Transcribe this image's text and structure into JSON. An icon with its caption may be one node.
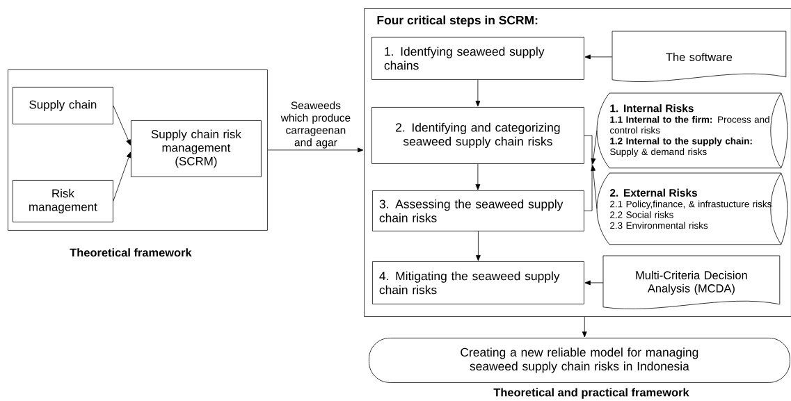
{
  "diagram": {
    "nodes": [
      {
        "text": [
          "Theoretical framework"
        ]
      },
      {
        "text": [
          "Supply chain"
        ],
        "in": 0
      },
      {
        "text": [
          "Risk management"
        ],
        "in": 0
      },
      {
        "text": [
          "Supply chain risk management (SCRM)"
        ],
        "in": 0
      },
      {
        "text": [
          "Four critical steps in SCRM:"
        ]
      },
      {
        "text": [
          "1. Identfying seaweed supply chains"
        ],
        "in": 4
      },
      {
        "text": [
          "The software"
        ],
        "in": 4
      },
      {
        "text": [
          "2. Identifying and categorizing seaweed supply chain risks"
        ],
        "in": 4
      },
      {
        "text": [
          "1. Internal Risks",
          "**1.1 Internal to the firm:** Process and control risks",
          "**1.2 Internal to the supply chain:** Supply & demand risks"
        ],
        "in": 4
      },
      {
        "text": [
          "2. External Risks",
          "2.1 Policy,finance, & infrastucture risks",
          "2.2 Social risks",
          "2.3 Environmental risks"
        ],
        "in": 4
      },
      {
        "text": [
          "3. Assessing the seaweed supply chain risks"
        ],
        "in": 4
      },
      {
        "text": [
          "4. Mitigating the seaweed supply chain risks"
        ],
        "in": 4
      },
      {
        "text": [
          "Multi-Criteria Decision Analysis (MCDA)"
        ],
        "in": 4
      },
      {
        "text": [
          "Creating a new reliable model for managing seaweed supply chain risks in Indonesia"
        ]
      }
    ],
    "edges": [
      {
        "from": 1,
        "to": 3,
        "arrow": "to"
      },
      {
        "from": 2,
        "to": 3,
        "arrow": "to"
      },
      {
        "from": 0,
        "to": 4,
        "arrow": "to",
        "label": "Seaweeds which produce carrageenan and agar"
      },
      {
        "from": 6,
        "to": 5,
        "arrow": "to"
      },
      {
        "from": 5,
        "to": 7,
        "arrow": "to"
      },
      {
        "from": 7,
        "to": 10,
        "arrow": "none"
      },
      {
        "from": 8,
        "to": 7,
        "arrow": "to"
      },
      {
        "from": 9,
        "to": 7,
        "arrow": "to"
      },
      {
        "from": 7,
        "to": 10,
        "arrow": "to"
      },
      {
        "from": 10,
        "to": 11,
        "arrow": "to"
      },
      {
        "from": 12,
        "to": 11,
        "arrow": "to"
      },
      {
        "from": 4,
        "to": 13,
        "arrow": "to"
      }
    ],
    "labels": [
      "Theoretical and practical framework"
    ]
  }
}
